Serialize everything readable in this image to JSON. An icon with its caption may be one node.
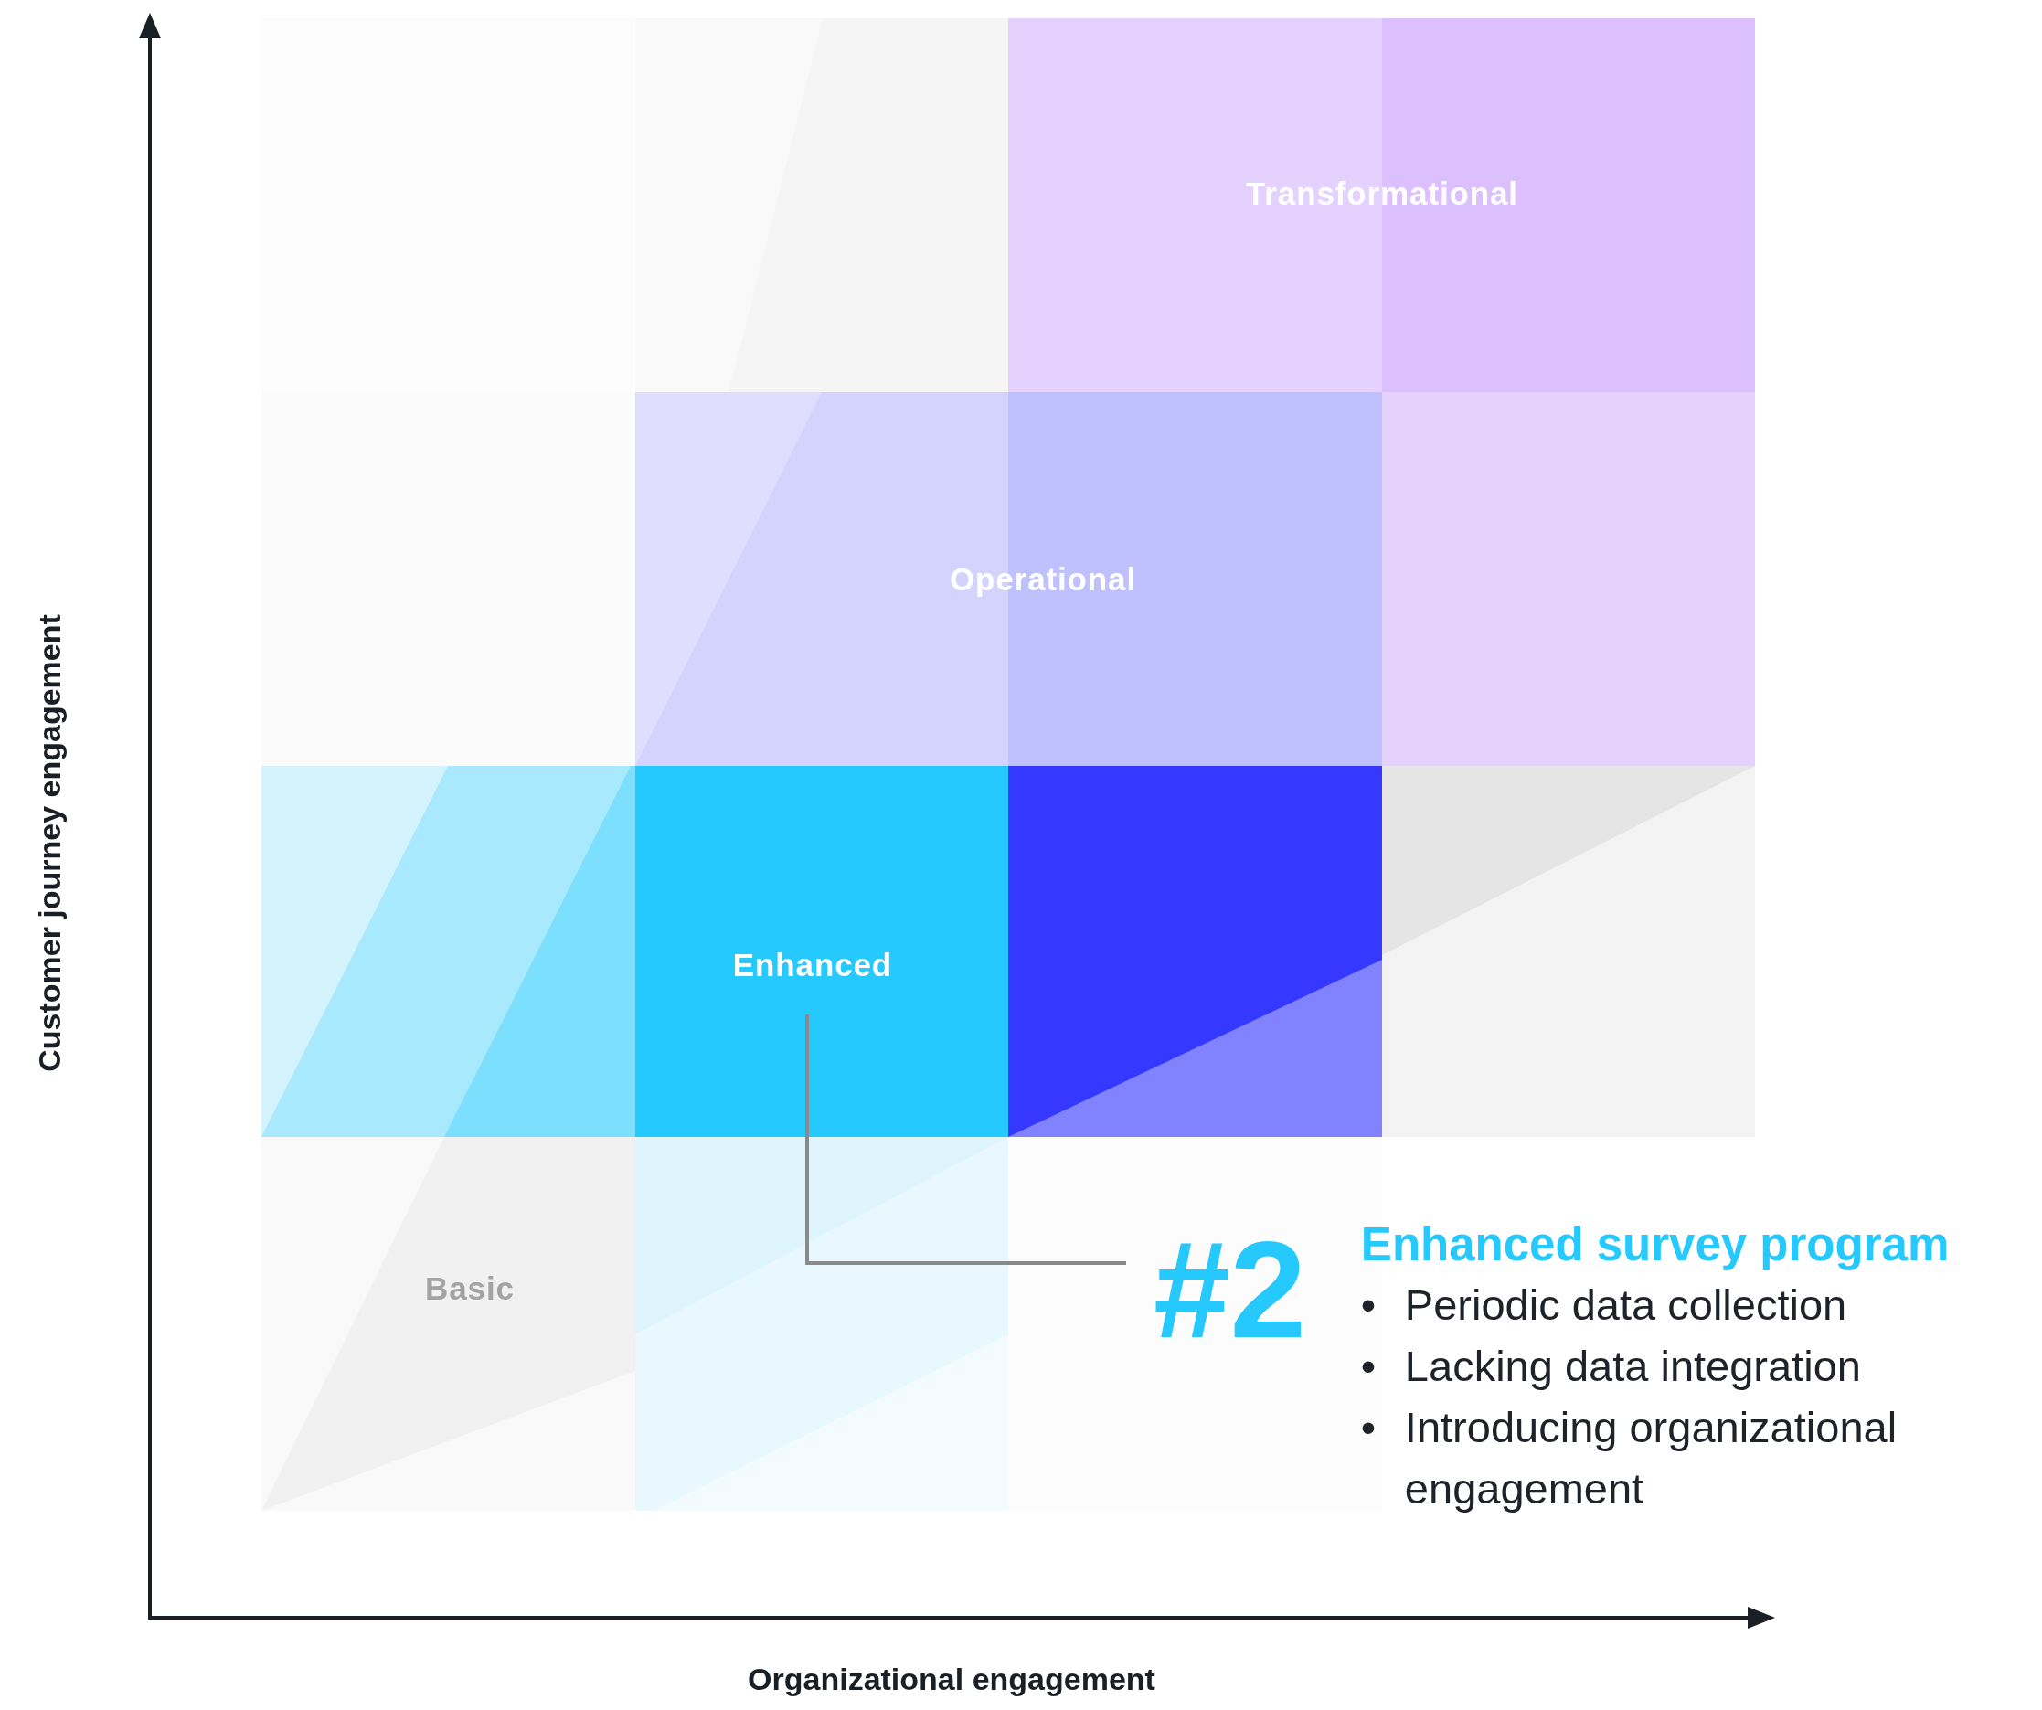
{
  "diagram": {
    "nodes": [
      {
        "text": [
          "Transformational"
        ]
      },
      {
        "text": [
          "Operational"
        ]
      },
      {
        "text": [
          "Enhanced"
        ]
      },
      {
        "text": [
          "Basic"
        ]
      },
      {
        "text": [
          "#2",
          "Enhanced survey program",
          "•",
          "Periodic data collection",
          "•",
          "Lacking data integration",
          "•",
          "Introducing organizational engagement"
        ]
      }
    ],
    "edges": [
      {
        "from": 2,
        "to": 4,
        "arrow": "none"
      }
    ],
    "labels": [
      "Customer journey engagement",
      "Organizational engagement"
    ]
  }
}
